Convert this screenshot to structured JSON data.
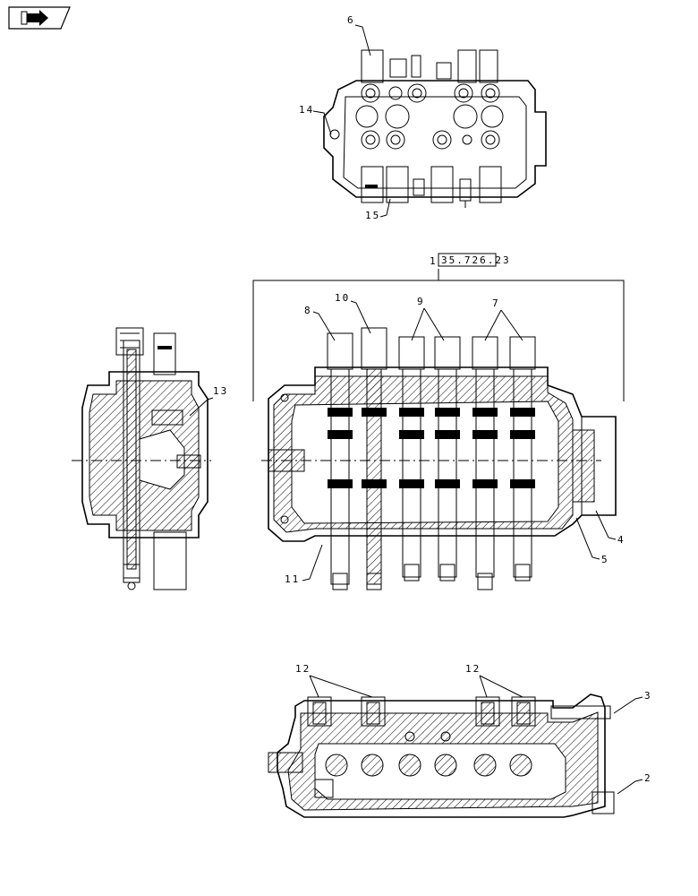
{
  "nav": {
    "icon": "arrow-nav-icon"
  },
  "reference": {
    "number": "1",
    "code": "35.726.23"
  },
  "callouts": {
    "c2": "2",
    "c3": "3",
    "c4": "4",
    "c5": "5",
    "c6": "6",
    "c7": "7",
    "c8": "8",
    "c9": "9",
    "c10": "10",
    "c11": "11",
    "c12a": "12",
    "c12b": "12",
    "c13": "13",
    "c14": "14",
    "c15": "15"
  }
}
